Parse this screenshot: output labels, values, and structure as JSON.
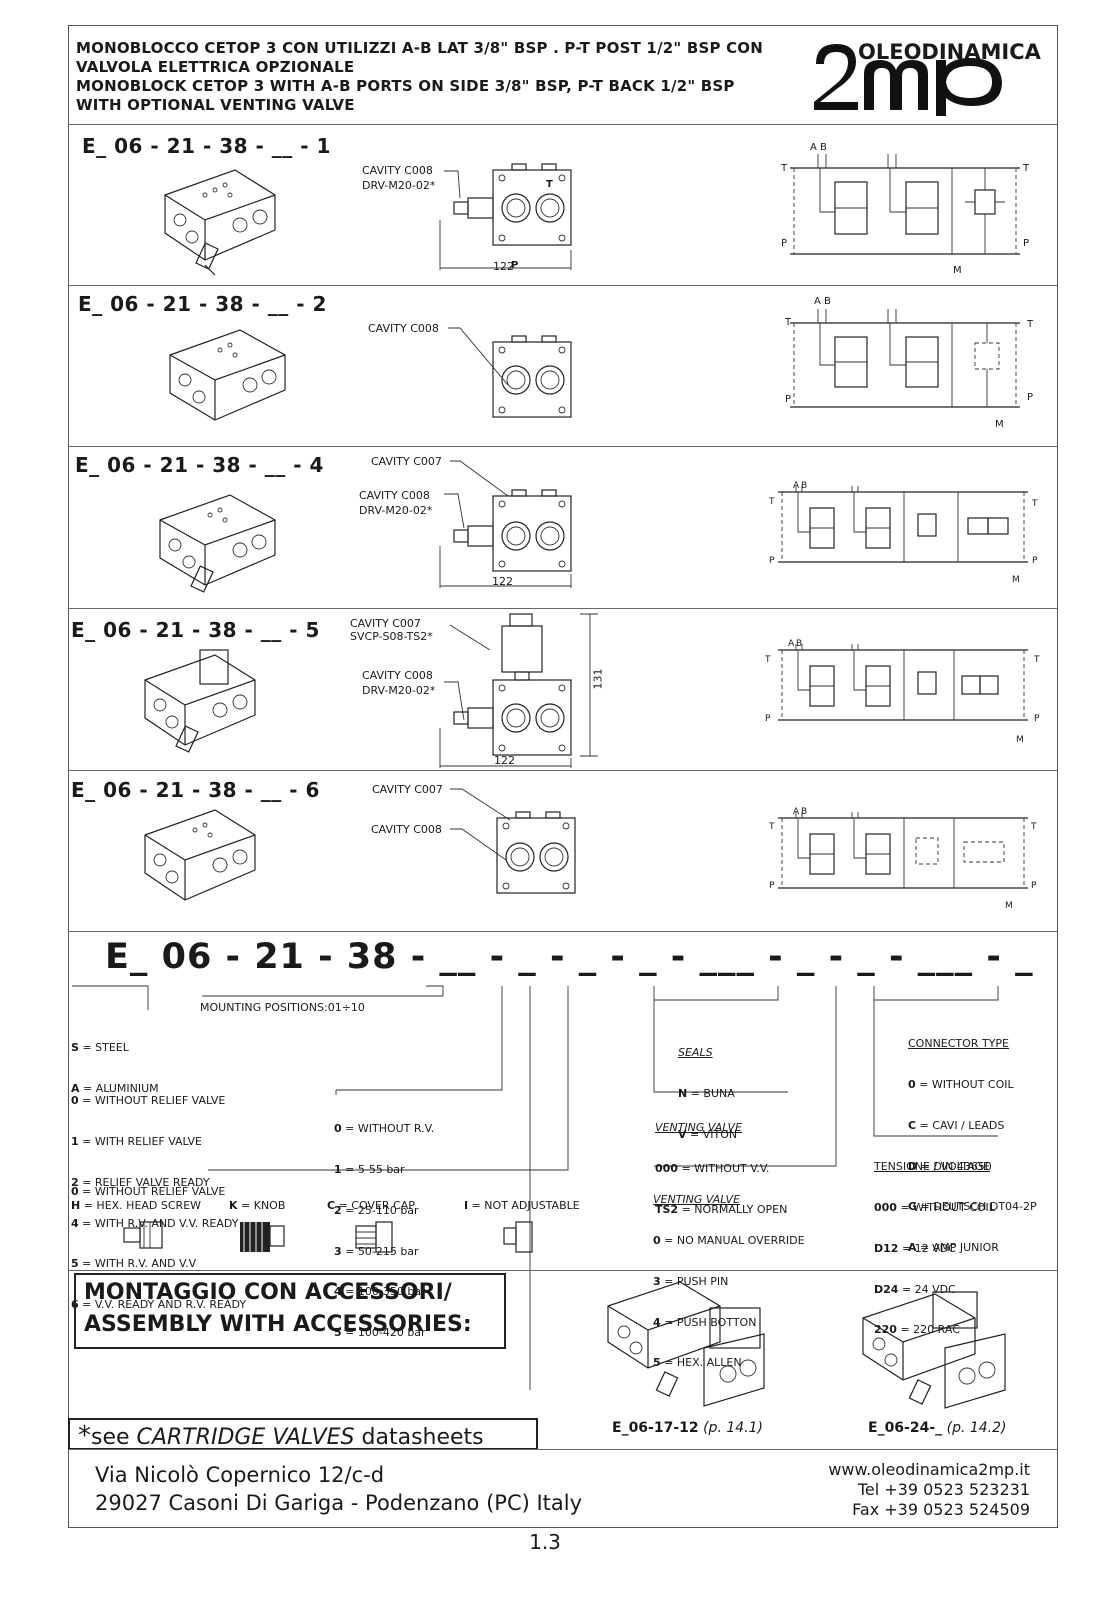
{
  "header": {
    "title_it_1": "MONOBLOCCO CETOP 3 CON UTILIZZI A-B LAT 3/8\" BSP . P-T POST 1/2\" BSP CON",
    "title_it_2": "VALVOLA ELETTRICA OPZIONALE",
    "title_en_1": "MONOBLOCK CETOP 3 WITH A-B PORTS ON SIDE 3/8\" BSP, P-T BACK 1/2\" BSP",
    "title_en_2": "WITH OPTIONAL VENTING VALVE",
    "logo_brand": "OLEODINAMICA",
    "logo_mark": "2mp"
  },
  "sections": [
    {
      "code": "E_ 06 - 21 - 38 - __ - 1",
      "callouts": [
        "CAVITY C008",
        "DRV-M20-02*"
      ],
      "dim": "122"
    },
    {
      "code": "E_ 06 - 21 - 38 - __ - 2",
      "callouts": [
        "CAVITY C008"
      ],
      "dim": ""
    },
    {
      "code": "E_ 06 - 21 - 38 - __ - 4",
      "callouts": [
        "CAVITY C007",
        "CAVITY C008",
        "DRV-M20-02*"
      ],
      "dim": "122"
    },
    {
      "code": "E_ 06 - 21 - 38 - __ - 5",
      "callouts": [
        "CAVITY C007",
        "SVCP-S08-TS2*",
        "CAVITY C008",
        "DRV-M20-02*"
      ],
      "dim": "122",
      "dim_v": "131"
    },
    {
      "code": "E_ 06 - 21 - 38 - __ - 6",
      "callouts": [
        "CAVITY C007",
        "CAVITY C008"
      ],
      "dim": ""
    }
  ],
  "ports": {
    "p": "P",
    "t": "T",
    "a": "A",
    "b": "B",
    "m": "M"
  },
  "ordering": {
    "code": "E_ 06 - 21 - 38 - __ - _ - _ - _ - ___ - _ - _ - ___ - _",
    "mounting": "MOUNTING POSITIONS:01÷10",
    "material": [
      {
        "k": "S",
        "v": " = STEEL"
      },
      {
        "k": "A",
        "v": " = ALUMINIUM"
      }
    ],
    "relief": [
      {
        "k": "0",
        "v": " = WITHOUT RELIEF VALVE"
      },
      {
        "k": "1",
        "v": " = WITH RELIEF VALVE"
      },
      {
        "k": "2",
        "v": " = RELIEF VALVE READY"
      },
      {
        "k": "4",
        "v": " = WITH R.V. AND V.V. READY"
      },
      {
        "k": "5",
        "v": " = WITH R.V. AND V.V"
      },
      {
        "k": "6",
        "v": " = V.V. READY AND R.V. READY"
      }
    ],
    "pressure": [
      {
        "k": "0",
        "v": " = WITHOUT R.V."
      },
      {
        "k": "1",
        "v": " = 5-55 bar"
      },
      {
        "k": "2",
        "v": " = 25-110 bar"
      },
      {
        "k": "3",
        "v": " = 50-215 bar"
      },
      {
        "k": "4",
        "v": " = 100-350 bar"
      },
      {
        "k": "5",
        "v": " = 100-420 bar"
      }
    ],
    "adjust_1": {
      "k": "0",
      "v": " = WITHOUT RELIEF VALVE"
    },
    "adjust_2": [
      {
        "k": "H",
        "v": " = HEX. HEAD SCREW"
      },
      {
        "k": "K",
        "v": " = KNOB"
      },
      {
        "k": "C",
        "v": " = COVER CAP"
      },
      {
        "k": "I",
        "v": " = NOT ADJUSTABLE"
      }
    ],
    "seals_title": "SEALS",
    "seals": [
      {
        "k": "N",
        "v": " = BUNA"
      },
      {
        "k": "V",
        "v": " = VITON"
      }
    ],
    "venting_title": "VENTING VALVE",
    "venting": [
      {
        "k": "000",
        "v": " = WITHOUT V.V."
      },
      {
        "k": "TS2",
        "v": " = NORMALLY OPEN"
      }
    ],
    "override_title": "VENTING VALVE",
    "override": [
      {
        "k": "0",
        "v": " = NO MANUAL OVERRIDE"
      },
      {
        "k": "3",
        "v": " = PUSH PIN"
      },
      {
        "k": "4",
        "v": " = PUSH BOTTON"
      },
      {
        "k": "5",
        "v": " = HEX. ALLEN"
      }
    ],
    "connector_title": "CONNECTOR TYPE",
    "connector": [
      {
        "k": "0",
        "v": " = WITHOUT COIL"
      },
      {
        "k": "C",
        "v": " = CAVI / LEADS"
      },
      {
        "k": "D",
        "v": " = DIN 43650"
      },
      {
        "k": "G",
        "v": " = DEUTSCH DT04-2P"
      },
      {
        "k": "A",
        "v": " = AMP JUNIOR"
      }
    ],
    "voltage_title": "TENSIONE / VOLTAGE",
    "voltage": [
      {
        "k": "000",
        "v": " = WITHOUT COIL"
      },
      {
        "k": "D12",
        "v": " = 12 VDC"
      },
      {
        "k": "D24",
        "v": " = 24 VDC"
      },
      {
        "k": "220",
        "v": " = 220 RAC"
      }
    ]
  },
  "assembly": {
    "line1": "MONTAGGIO CON ACCESSORI/",
    "line2": "ASSEMBLY WITH ACCESSORIES:",
    "ref1_code": "E_06-17-12",
    "ref1_page": "(p. 14.1)",
    "ref2_code": "E_06-24-_",
    "ref2_page": "(p. 14.2)"
  },
  "see_note": {
    "star": "*",
    "pre": "see ",
    "italic": "CARTRIDGE VALVES",
    "post": " datasheets"
  },
  "footer": {
    "address_1": "Via Nicolò Copernico 12/c-d",
    "address_2": "29027 Casoni Di Gariga - Podenzano (PC) Italy",
    "web": "www.oleodinamica2mp.it",
    "tel": "Tel +39 0523 523231",
    "fax": "Fax +39 0523 524509",
    "page": "1.3"
  }
}
